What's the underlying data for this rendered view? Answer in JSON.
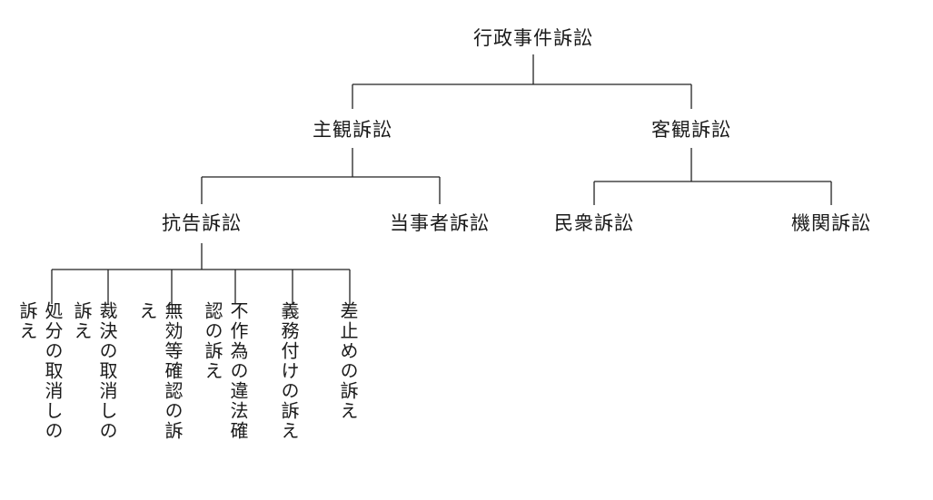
{
  "tree": {
    "root": "行政事件訴訟",
    "subjective": "主観訴訟",
    "objective": "客観訴訟",
    "appeal": "抗告訴訟",
    "party": "当事者訴訟",
    "popular": "民衆訴訟",
    "agency": "機関訴訟",
    "leaves": [
      "処分の取消しの訴え",
      "裁決の取消しの訴え",
      "無効等確認の訴え",
      "不作為の違法確認の訴え",
      "義務付けの訴え",
      "差止めの訴え"
    ]
  }
}
